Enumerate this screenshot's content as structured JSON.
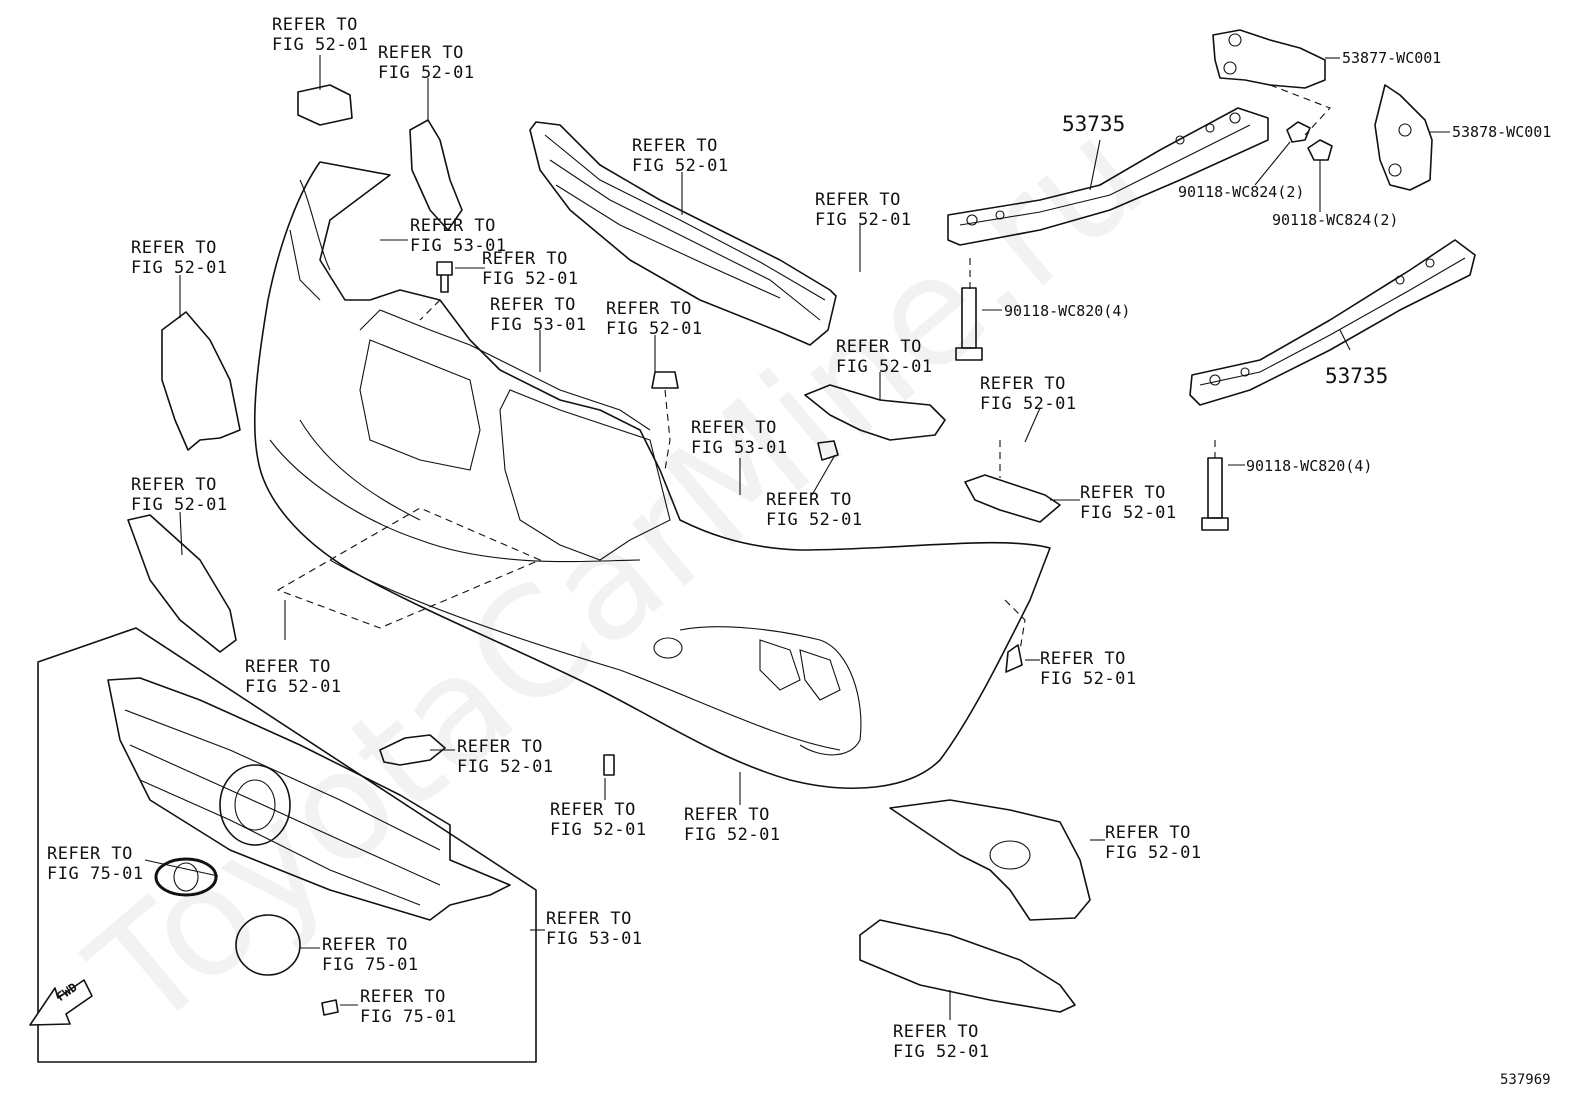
{
  "watermark": "ToyotaCarMine.ru",
  "diagram_id": "537969",
  "fwd_label": "FWD",
  "labels": [
    {
      "id": "ref-top-left-1",
      "l1": "REFER TO",
      "l2": "FIG 52-01"
    },
    {
      "id": "ref-top-left-2",
      "l1": "REFER TO",
      "l2": "FIG 52-01"
    },
    {
      "id": "ref-grille-upper",
      "l1": "REFER TO",
      "l2": "FIG 52-01"
    },
    {
      "id": "ref-screw-53",
      "l1": "REFER TO",
      "l2": "FIG 53-01"
    },
    {
      "id": "ref-bolt-52",
      "l1": "REFER TO",
      "l2": "FIG 52-01"
    },
    {
      "id": "ref-screw-53b",
      "l1": "REFER TO",
      "l2": "FIG 53-01"
    },
    {
      "id": "ref-clip-52",
      "l1": "REFER TO",
      "l2": "FIG 52-01"
    },
    {
      "id": "ref-screw-right",
      "l1": "REFER TO",
      "l2": "FIG 52-01"
    },
    {
      "id": "ref-left-bracket",
      "l1": "REFER TO",
      "l2": "FIG 52-01"
    },
    {
      "id": "ref-left-lower",
      "l1": "REFER TO",
      "l2": "FIG 52-01"
    },
    {
      "id": "ref-bracket-right",
      "l1": "REFER TO",
      "l2": "FIG 52-01"
    },
    {
      "id": "ref-screw-53c",
      "l1": "REFER TO",
      "l2": "FIG 53-01"
    },
    {
      "id": "ref-bolt-52b",
      "l1": "REFER TO",
      "l2": "FIG 52-01"
    },
    {
      "id": "ref-clip-right",
      "l1": "REFER TO",
      "l2": "FIG 52-01"
    },
    {
      "id": "ref-retainer-right",
      "l1": "REFER TO",
      "l2": "FIG 52-01"
    },
    {
      "id": "ref-nut-left",
      "l1": "REFER TO",
      "l2": "FIG 52-01"
    },
    {
      "id": "ref-pin-right",
      "l1": "REFER TO",
      "l2": "FIG 52-01"
    },
    {
      "id": "ref-cap",
      "l1": "REFER TO",
      "l2": "FIG 52-01"
    },
    {
      "id": "ref-screw-bottom",
      "l1": "REFER TO",
      "l2": "FIG 52-01"
    },
    {
      "id": "ref-bumper",
      "l1": "REFER TO",
      "l2": "FIG 52-01"
    },
    {
      "id": "ref-fog-cover",
      "l1": "REFER TO",
      "l2": "FIG 52-01"
    },
    {
      "id": "ref-emblem",
      "l1": "REFER TO",
      "l2": "FIG 75-01"
    },
    {
      "id": "ref-grille",
      "l1": "REFER TO",
      "l2": "FIG 53-01"
    },
    {
      "id": "ref-emblem-plate",
      "l1": "REFER TO",
      "l2": "FIG 75-01"
    },
    {
      "id": "ref-screw-emblem",
      "l1": "REFER TO",
      "l2": "FIG 75-01"
    },
    {
      "id": "ref-lower-grille",
      "l1": "REFER TO",
      "l2": "FIG 52-01"
    }
  ],
  "part_numbers": {
    "bracket_left": "53877-WC001",
    "bracket_right": "53878-WC001",
    "support_upper": "53735",
    "support_lower": "53735",
    "bolt_a": "90118-WC824(2)",
    "bolt_b": "90118-WC824(2)",
    "bolt_c": "90118-WC820(4)",
    "bolt_d": "90118-WC820(4)"
  }
}
